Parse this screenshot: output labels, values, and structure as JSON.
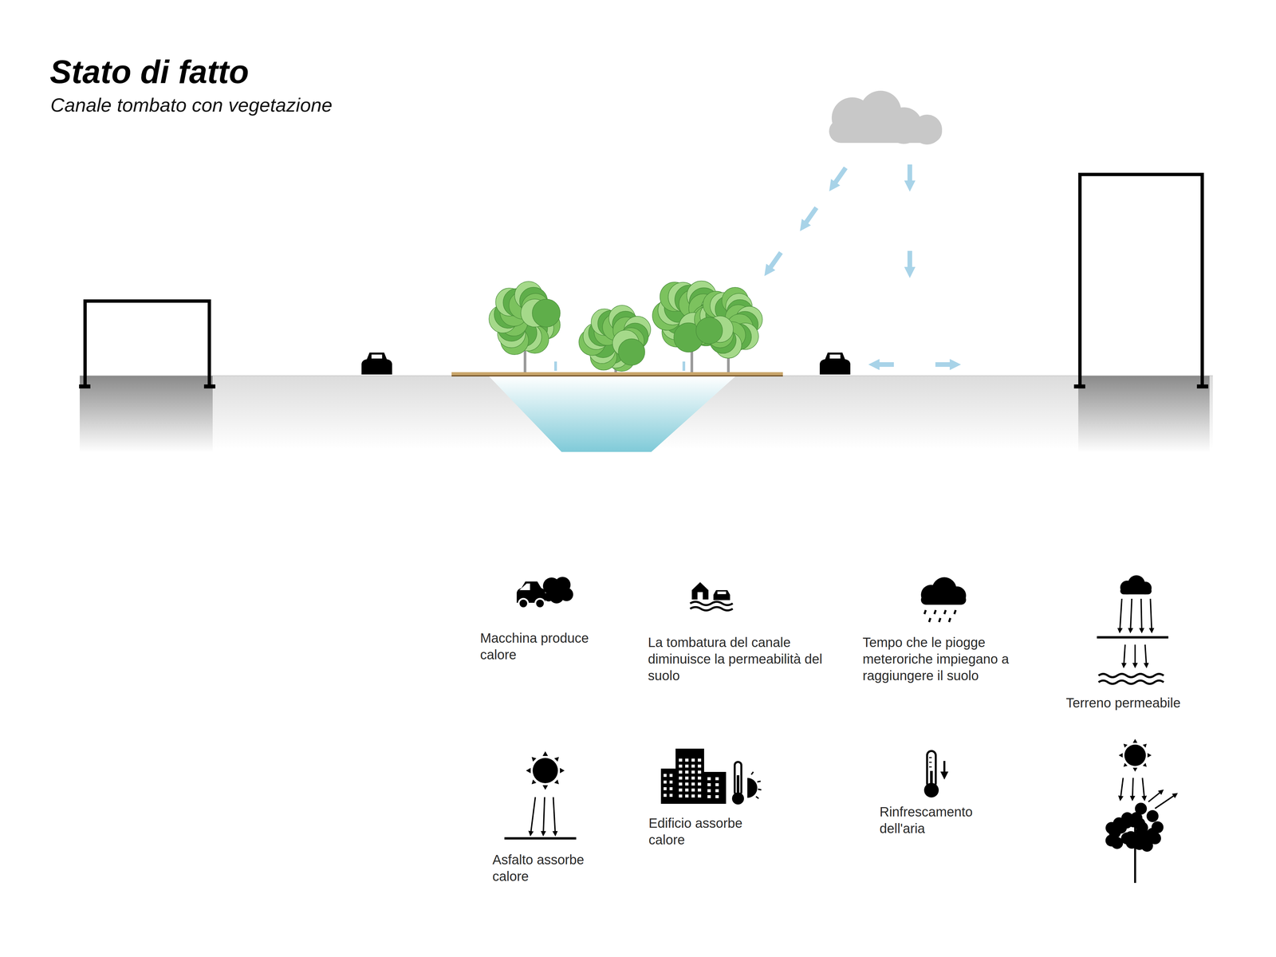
{
  "diagram": {
    "title": "Stato di fatto",
    "caption": "Canale tombato con vegetazione",
    "legend": [
      {
        "text": "Macchina produce calore"
      },
      {
        "text": "La tombatura del canale diminuisce la permeabilità del suolo"
      },
      {
        "text": "Tempo che le piogge meteroriche impiegano a raggiungere il suolo"
      },
      {
        "text": "Terreno permeabile"
      },
      {
        "text": "Asfalto assorbe calore"
      },
      {
        "text": "Edificio assorbe calore"
      },
      {
        "text": "Rinfrescamento dell'aria"
      }
    ]
  }
}
